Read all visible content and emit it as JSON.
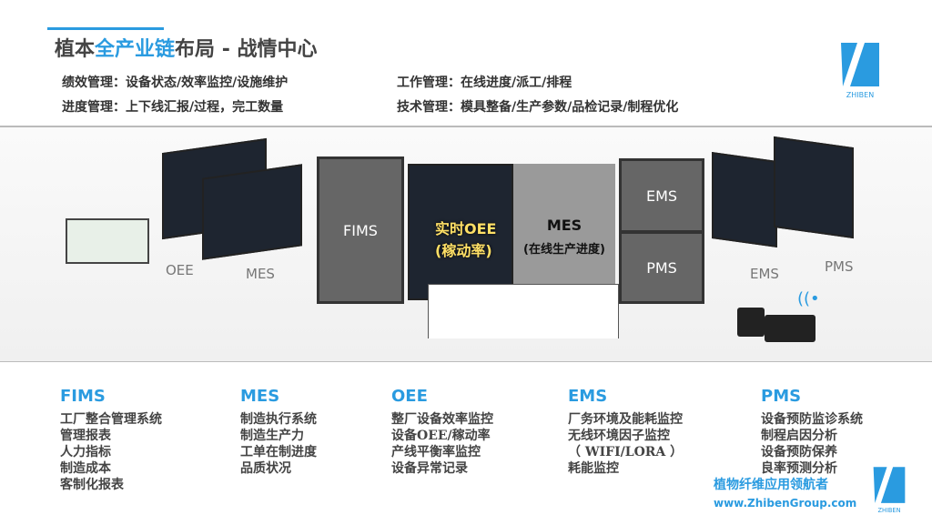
{
  "header": {
    "title_pre": "植本",
    "title_hl": "全产业链",
    "title_post": "布局 - 战情中心",
    "lines": [
      "绩效管理：设备状态/效率监控/设施维护",
      "进度管理：上下线汇报/过程，完工数量",
      "工作管理：在线进度/派工/排程",
      "技术管理：模具整备/生产参数/品检记录/制程优化"
    ]
  },
  "logo": {
    "text": "ZHIBEN",
    "color": "#2a9be0"
  },
  "illustration": {
    "screens": {
      "fims": "FIMS",
      "oee": "实时OEE",
      "oee2": "(稼动率)",
      "mes": "MES",
      "mes2": "(在线生产进度)",
      "ems": "EMS",
      "pms": "PMS"
    },
    "labels": {
      "oee": "OEE",
      "mes": "MES",
      "ems": "EMS",
      "pms": "PMS"
    }
  },
  "columns": [
    {
      "title": "FIMS",
      "items": [
        "工厂整合管理系统",
        "管理报表",
        "人力指标",
        "制造成本",
        "客制化报表"
      ]
    },
    {
      "title": "MES",
      "items": [
        "制造执行系统",
        "制造生产力",
        "工单在制进度",
        "品质状况"
      ]
    },
    {
      "title": "OEE",
      "items": [
        "整厂设备效率监控",
        "设备OEE/稼动率",
        "产线平衡率监控",
        "设备异常记录"
      ]
    },
    {
      "title": "EMS",
      "items": [
        "厂务环境及能耗监控",
        "无线环境因子监控",
        "（ WIFI/LORA ）",
        "耗能监控"
      ]
    },
    {
      "title": "PMS",
      "items": [
        "设备预防监诊系统",
        "制程启因分析",
        "设备预防保养",
        "良率预测分析"
      ]
    }
  ],
  "footer": {
    "slogan": "植物纤维应用领航者",
    "url": "www.ZhibenGroup.com"
  }
}
